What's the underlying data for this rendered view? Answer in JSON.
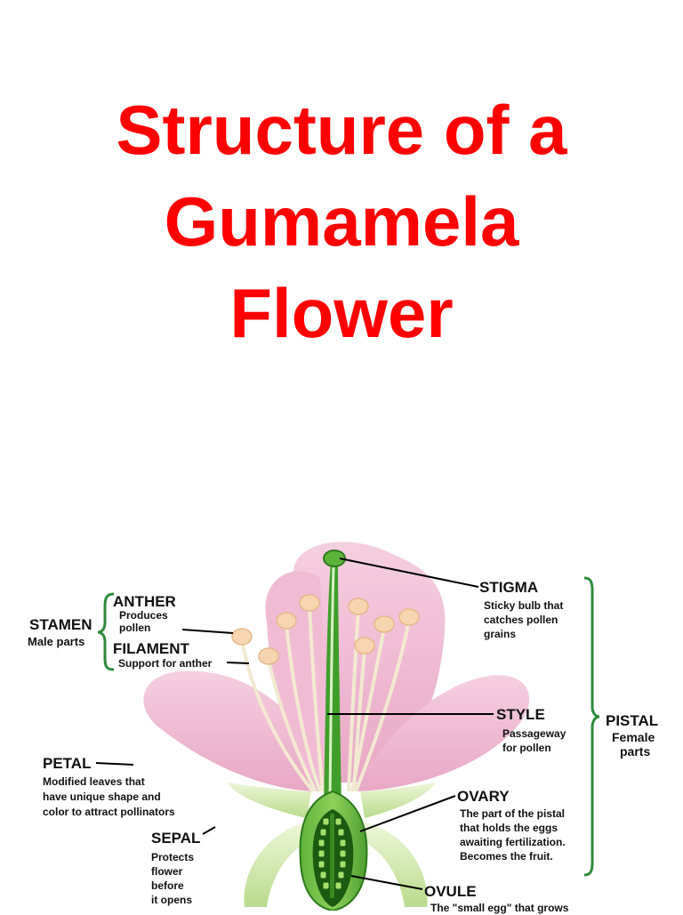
{
  "title": {
    "line1": "Structure of a",
    "line2": "Gumamela",
    "line3": "Flower"
  },
  "diagram": {
    "stamen": {
      "label": "STAMEN",
      "desc": "Male parts"
    },
    "anther": {
      "label": "ANTHER",
      "desc": [
        "Produces",
        "pollen"
      ]
    },
    "filament": {
      "label": "FILAMENT",
      "desc": "Support for anther"
    },
    "petal": {
      "label": "PETAL",
      "desc": [
        "Modified leaves that",
        "have unique shape and",
        "color to attract pollinators"
      ]
    },
    "sepal": {
      "label": "SEPAL",
      "desc": [
        "Protects",
        "flower",
        "before",
        "it opens"
      ]
    },
    "stigma": {
      "label": "STIGMA",
      "desc": [
        "Sticky bulb that",
        "catches pollen",
        "grains"
      ]
    },
    "style": {
      "label": "STYLE",
      "desc": [
        "Passageway",
        "for pollen"
      ]
    },
    "pistal": {
      "label": "PISTAL",
      "desc": [
        "Female",
        "parts"
      ]
    },
    "ovary": {
      "label": "OVARY",
      "desc": [
        "The part of the pistal",
        "that holds the eggs",
        "awaiting fertilization.",
        "Becomes the fruit."
      ]
    },
    "ovule": {
      "label": "OVULE",
      "desc": [
        "The \"small egg\" that grows"
      ]
    },
    "colors": {
      "petal": "#f2c6da",
      "green": "#3c9b2a",
      "bracket": "#2e8b3a",
      "anther": "#f6d6b0"
    }
  }
}
